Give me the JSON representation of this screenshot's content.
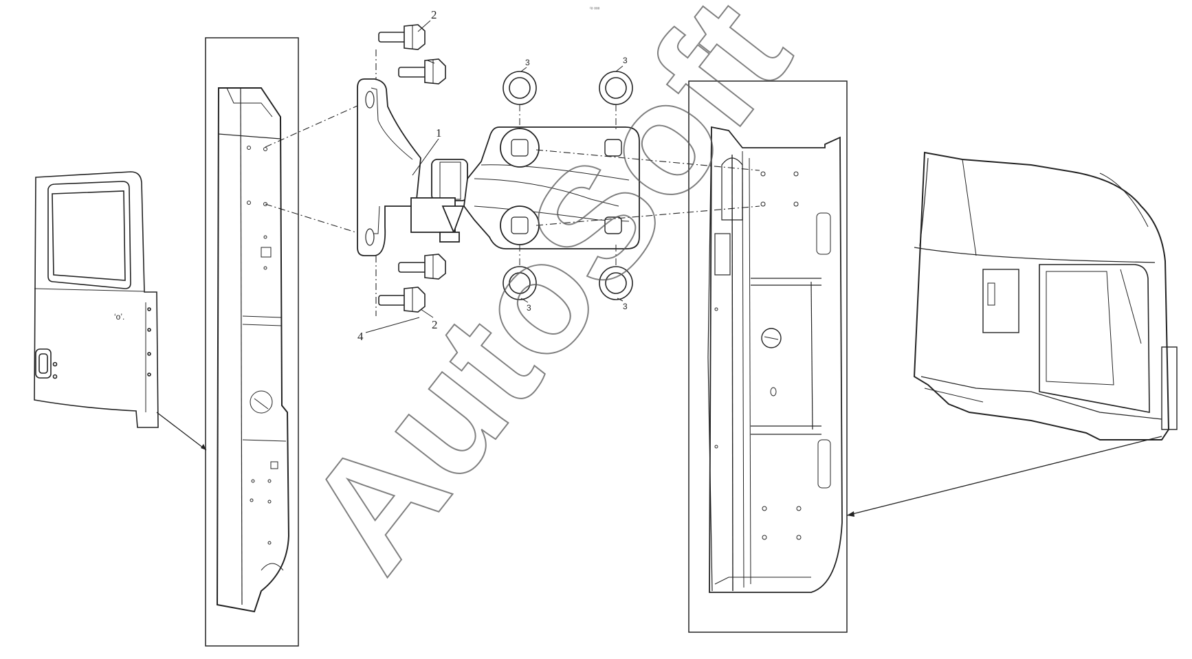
{
  "watermark": "AutoSoft",
  "header_mark": "⁽ᵒ ᵒᵒᵒ",
  "callouts": {
    "bolt_top": "2",
    "bolt_bottom": "2",
    "hinge": "1",
    "washer_tl": "3",
    "washer_tr": "3",
    "washer_bl": "3",
    "washer_br": "3",
    "bolt_lower": "4"
  },
  "colors": {
    "line": "#222222",
    "background": "#ffffff"
  }
}
